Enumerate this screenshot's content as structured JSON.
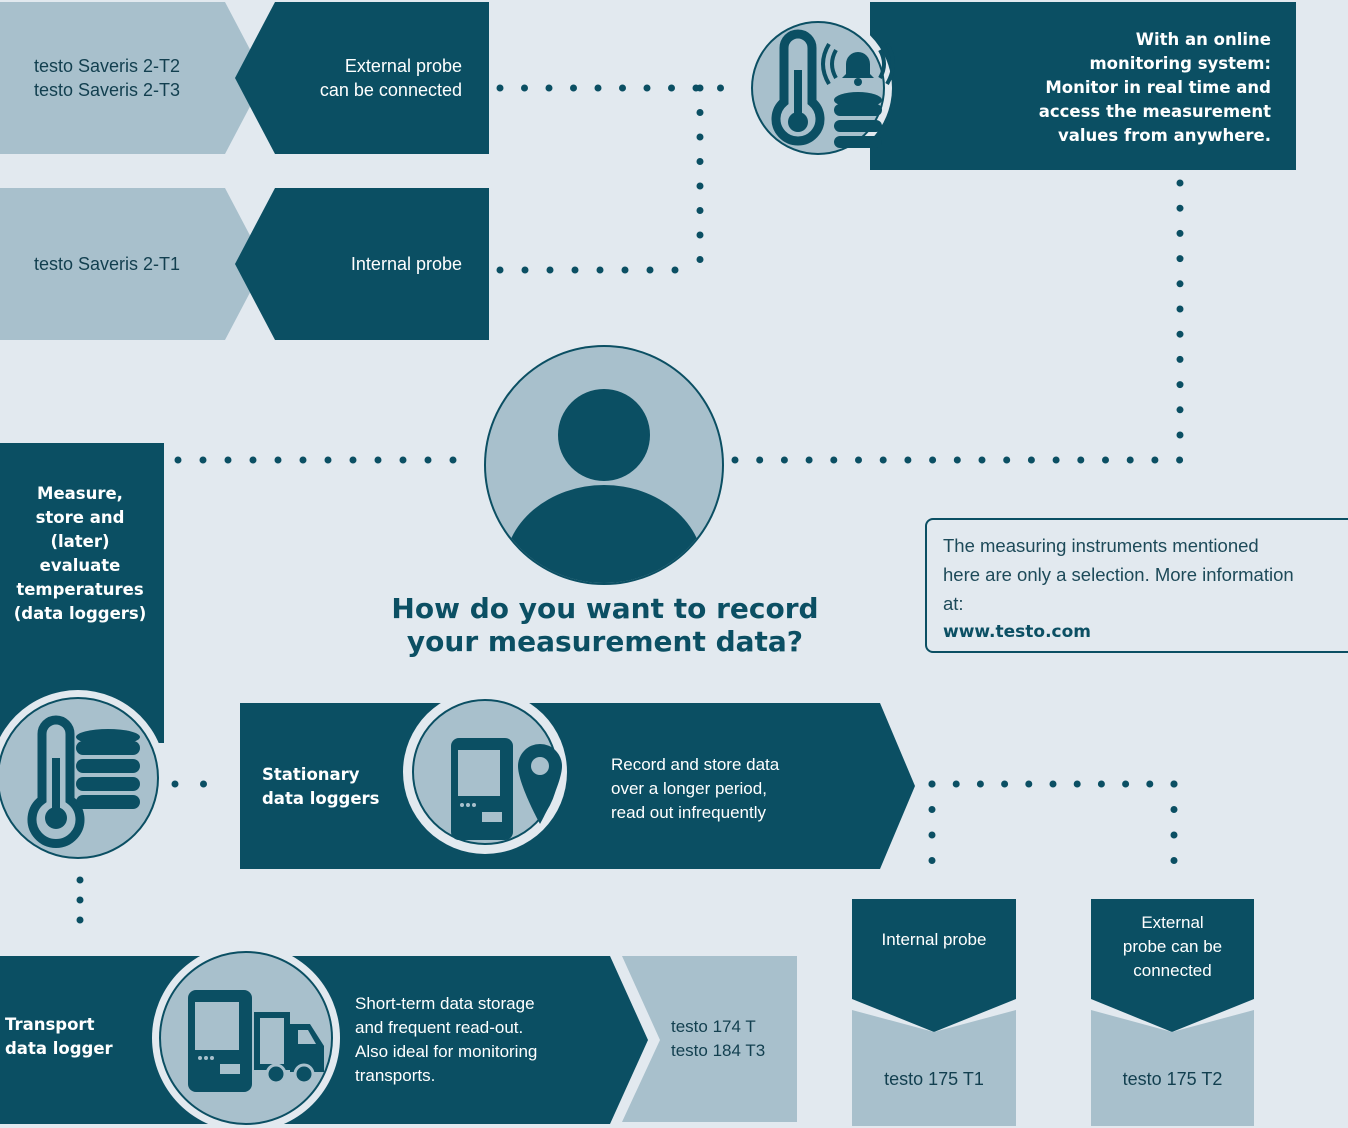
{
  "top_right": {
    "line1": "With an online",
    "line2": "monitoring system:",
    "line3": "Monitor in real time and",
    "line4": "access the measurement",
    "line5": "values from anywhere."
  },
  "saveris_external": {
    "devices_line1": "testo Saveris 2-T2",
    "devices_line2": "testo Saveris 2-T3",
    "probe_line1": "External probe",
    "probe_line2": "can be connected"
  },
  "saveris_internal": {
    "device": "testo Saveris 2-T1",
    "probe": "Internal probe"
  },
  "left_panel": {
    "line1": "Measure,",
    "line2": "store and",
    "line3": "(later)",
    "line4": "evaluate",
    "line5": "temperatures",
    "line6": "(data loggers)"
  },
  "question": {
    "line1": "How do you want to record",
    "line2": "your measurement data?"
  },
  "note": {
    "line1": "The measuring instruments mentioned",
    "line2": "here are only a selection. More information",
    "line3": "at:",
    "url": "www.testo.com"
  },
  "stationary": {
    "title_line1": "Stationary",
    "title_line2": "data loggers",
    "desc_line1": "Record and store data",
    "desc_line2": "over a longer period,",
    "desc_line3": "read out infrequently"
  },
  "transport": {
    "title_line1": "Transport",
    "title_line2": "data logger",
    "desc_line1": "Short-term data storage",
    "desc_line2": "and frequent read-out.",
    "desc_line3": "Also ideal for monitoring",
    "desc_line4": "transports.",
    "device_line1": "testo 174 T",
    "device_line2": "testo 184 T3"
  },
  "internal_box": {
    "label": "Internal probe",
    "device": "testo 175 T1"
  },
  "external_box": {
    "label_line1": "External",
    "label_line2": "probe can be",
    "label_line3": "connected",
    "device": "testo 175 T2"
  },
  "icons": [
    "thermometer-icon",
    "alarm-bell-icon",
    "database-icon",
    "user-icon",
    "data-logger-icon",
    "location-pin-icon",
    "truck-icon"
  ],
  "colors": {
    "dark": "#0b4f63",
    "light": "#a8c0cc",
    "background": "#e2e9ef"
  }
}
